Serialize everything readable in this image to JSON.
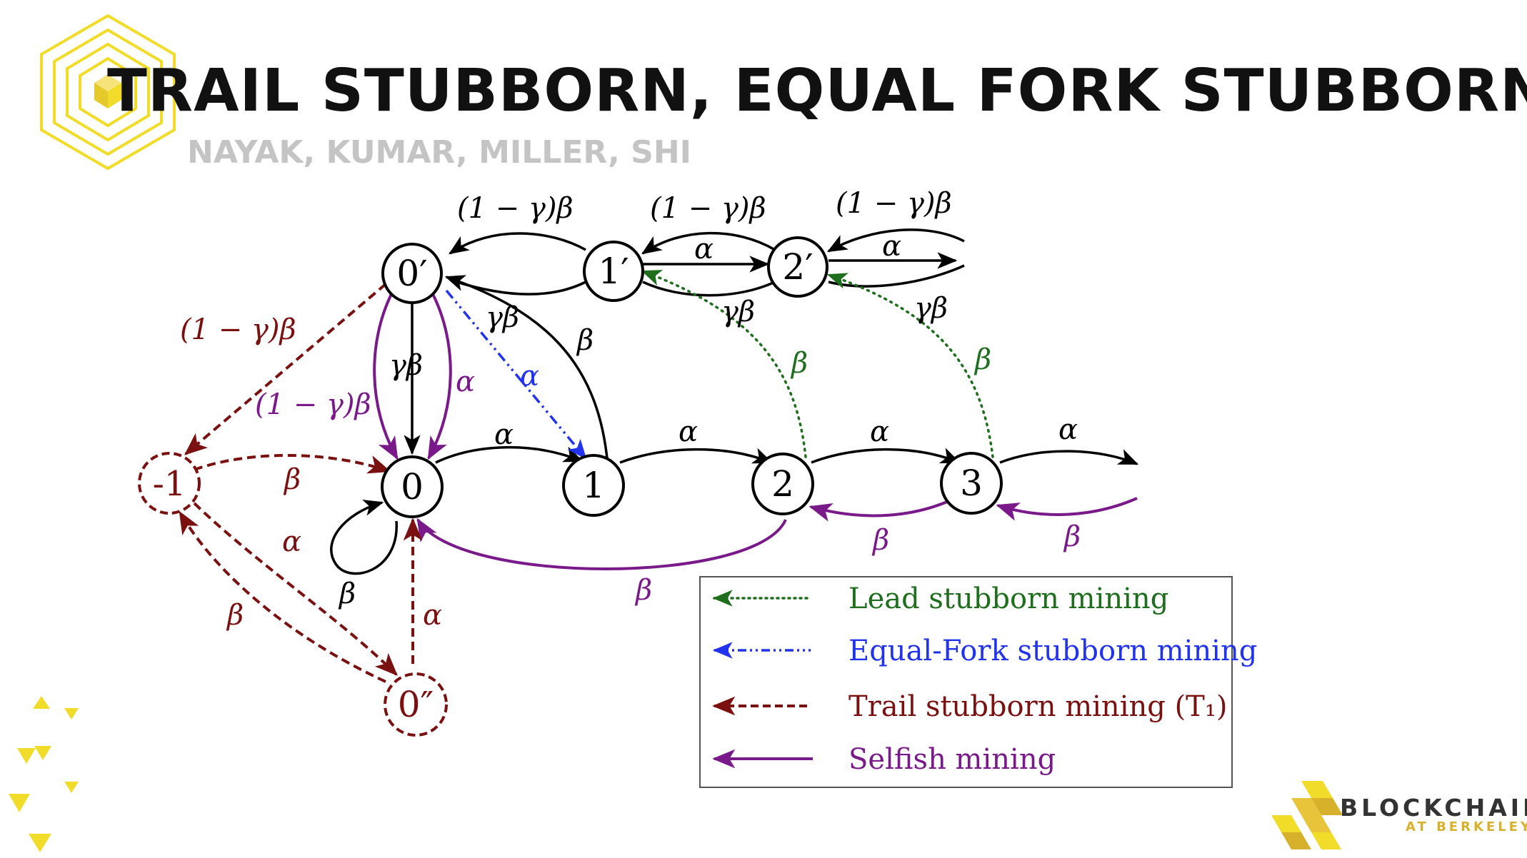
{
  "slide": {
    "title": "TRAIL STUBBORN, EQUAL FORK STUBBORN",
    "subtitle": "NAYAK, KUMAR, MILLER, SHI"
  },
  "colors": {
    "black": "#000000",
    "lead": "#1e6e1e",
    "equal_fork": "#2233ee",
    "trail": "#7a1010",
    "selfish": "#7a1a8a",
    "accent_yellow": "#f2dc2a",
    "brand_gold": "#d8b12c"
  },
  "diagram": {
    "nodes": {
      "n0p": "0′",
      "n1p": "1′",
      "n2p": "2′",
      "nm1": "-1",
      "n0": "0",
      "n1": "1",
      "n2": "2",
      "n3": "3",
      "n0pp": "0″"
    },
    "labels": {
      "top_0p_1p": "(1 − γ)β",
      "top_1p_2p": "(1 − γ)β",
      "top_2p_right": "(1 − γ)β",
      "alpha_1p_2p": "α",
      "alpha_2p_right": "α",
      "gb_1p": "γβ",
      "gb_2p": "γβ",
      "gb_0p_from1": "γβ",
      "beta_1_0p": "β",
      "beta_lead_2": "β",
      "beta_lead_3": "β",
      "trail_0p_m1": "(1 − γ)β",
      "gb_0p_0": "γβ",
      "selfish_0p_0_left": "(1 − γ)β",
      "selfish_alpha_0p": "α",
      "equal_alpha": "α",
      "alpha_0_1": "α",
      "alpha_1_2": "α",
      "alpha_2_3": "α",
      "alpha_3_right": "α",
      "beta_m1_0": "β",
      "beta_selfish_3_2": "β",
      "beta_selfish_right_3": "β",
      "beta_selfish_2_0": "β",
      "alpha_m1_0pp": "α",
      "beta_0pp_m1": "β",
      "beta_loop_0": "β",
      "alpha_0pp_0": "α"
    },
    "legend": [
      {
        "label": "Lead stubborn mining",
        "color": "#1e6e1e",
        "style": "dotted"
      },
      {
        "label": "Equal-Fork stubborn mining",
        "color": "#2233ee",
        "style": "dashdot"
      },
      {
        "label": "Trail stubborn mining (T₁)",
        "color": "#7a1010",
        "style": "dashed"
      },
      {
        "label": "Selfish mining",
        "color": "#7a1a8a",
        "style": "solid"
      }
    ]
  },
  "brand": {
    "name": "BLOCKCHAIN",
    "sub": "AT BERKELEY"
  }
}
